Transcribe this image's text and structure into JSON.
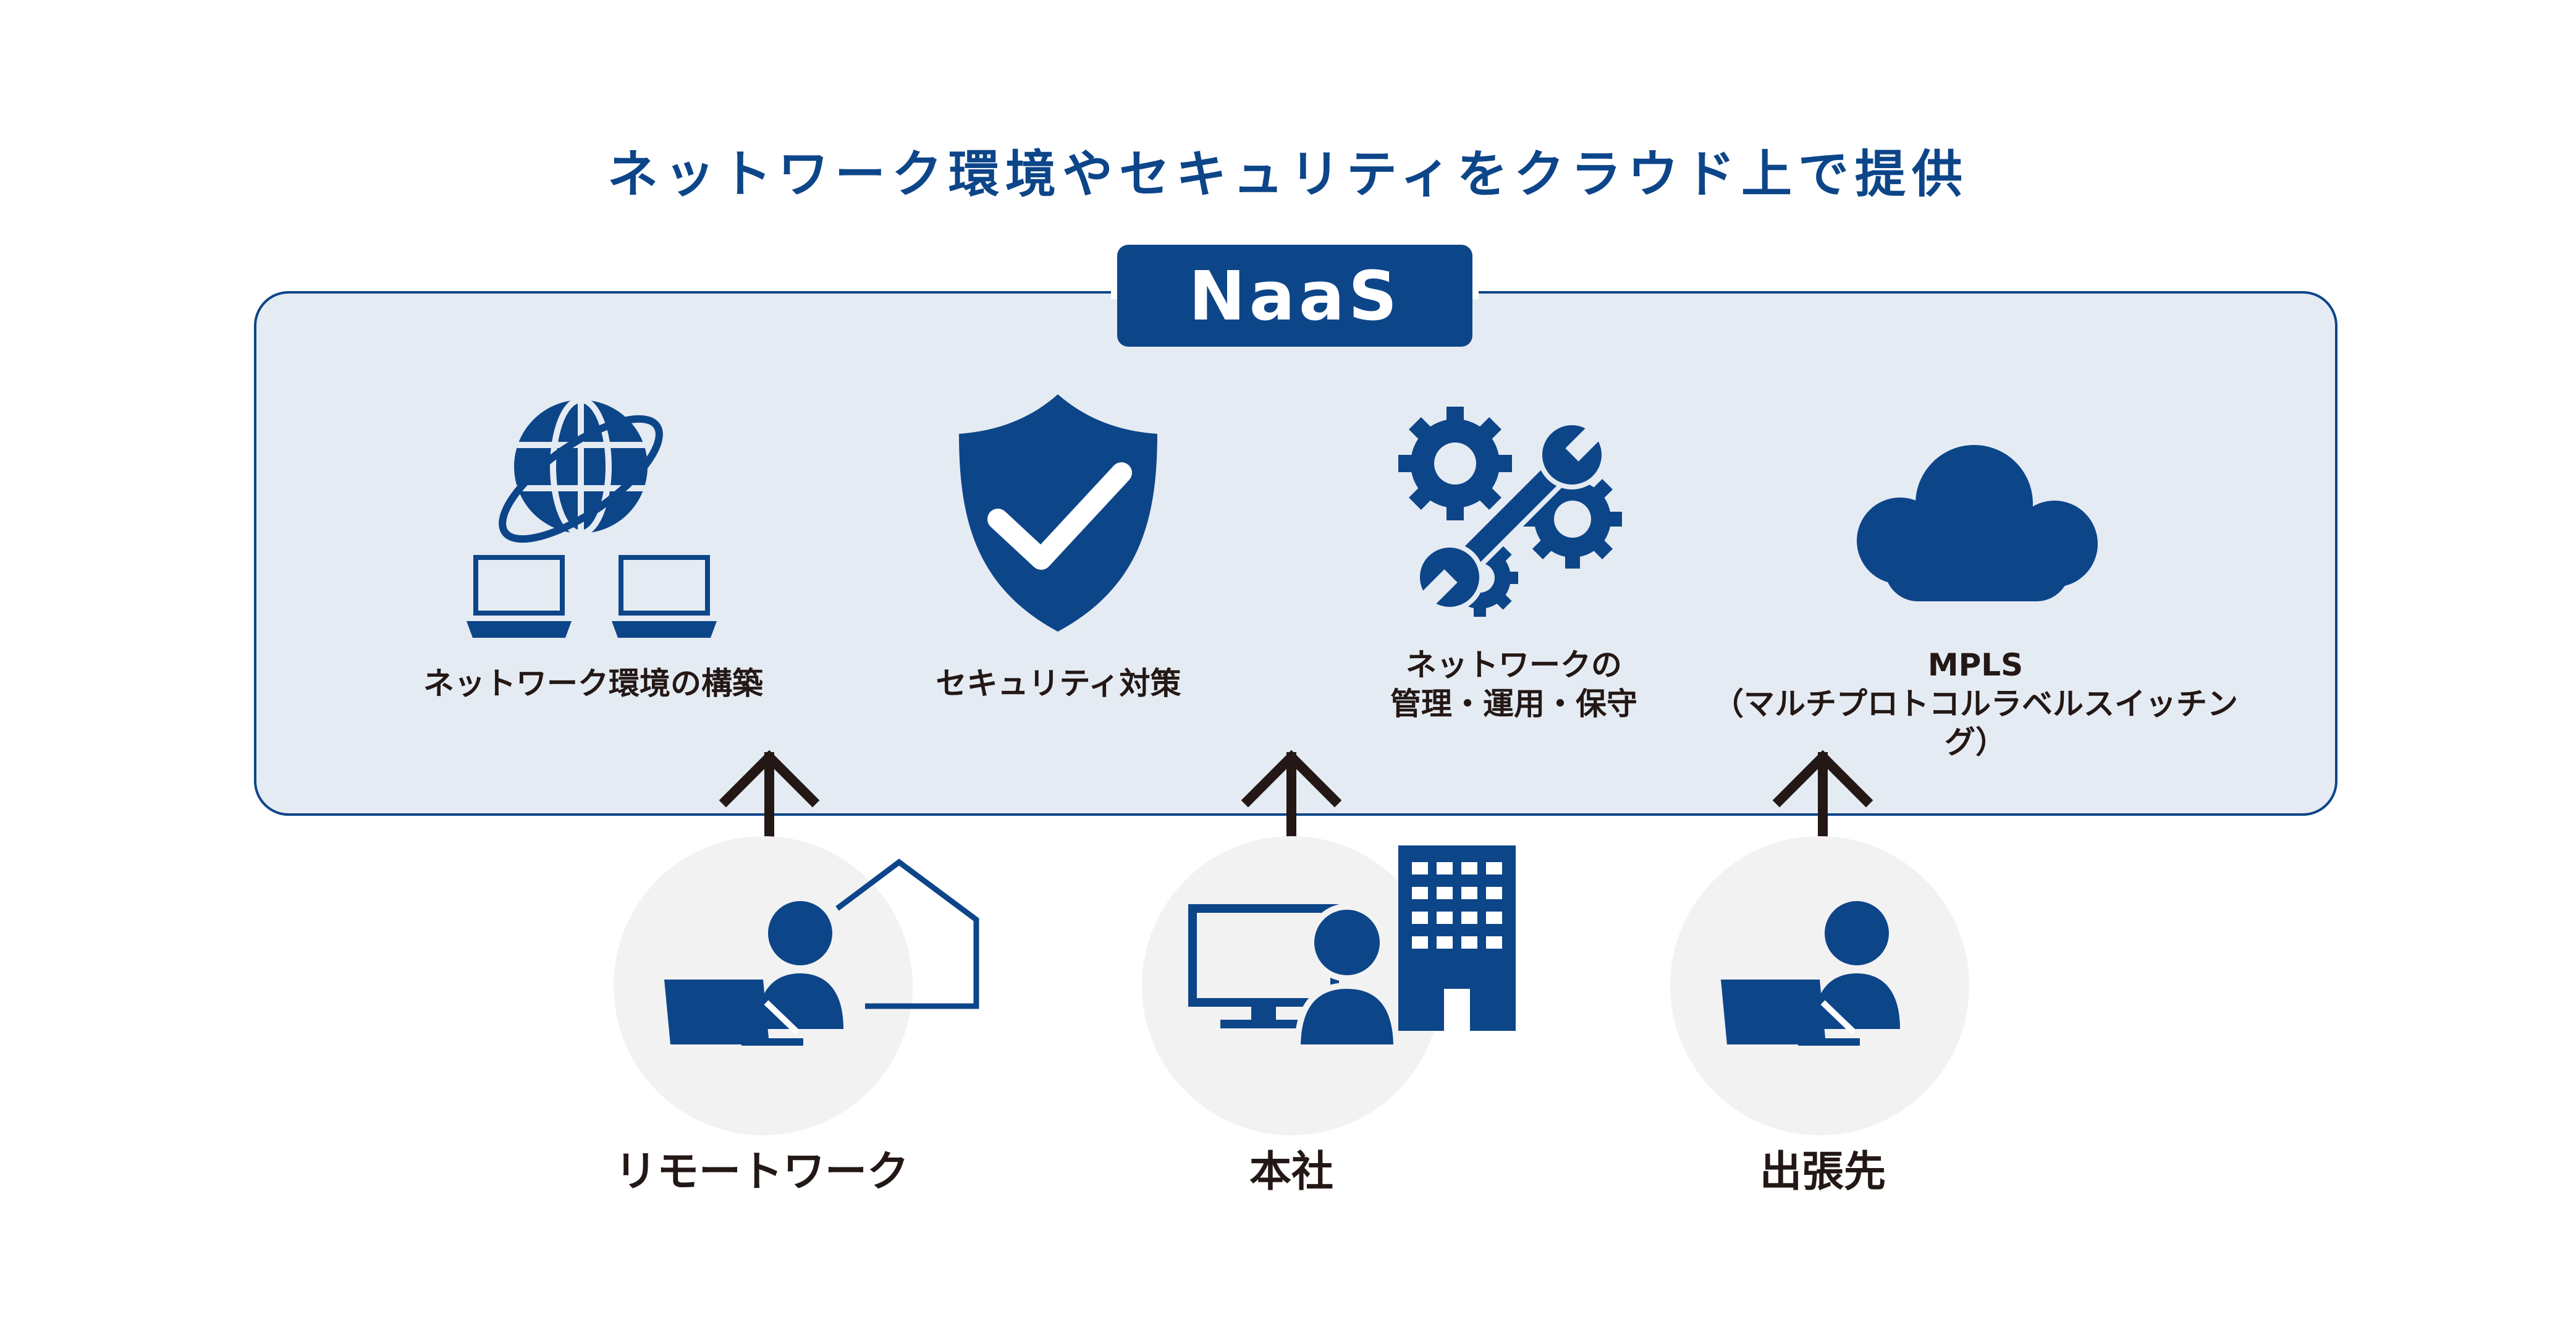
{
  "headline": "ネットワーク環境やセキュリティをクラウド上で提供",
  "naas_label": "NaaS",
  "services": [
    {
      "label": "ネットワーク環境の構築",
      "icon": "globe-laptops-icon"
    },
    {
      "label": "セキュリティ対策",
      "icon": "shield-check-icon"
    },
    {
      "label_line1": "ネットワークの",
      "label_line2": "管理・運用・保守",
      "icon": "gears-wrench-icon"
    },
    {
      "label_line1": "MPLS",
      "label_line2": "（マルチプロトコルラベルスイッチング）",
      "icon": "cloud-icon"
    }
  ],
  "sites": [
    {
      "label": "リモートワーク",
      "icon": "remote-worker-house-icon"
    },
    {
      "label": "本社",
      "icon": "office-worker-building-icon"
    },
    {
      "label": "出張先",
      "icon": "traveling-worker-icon"
    }
  ],
  "colors": {
    "primary": "#0d4589",
    "panel": "#e5ebf3",
    "circle": "#f2f2f2",
    "text": "#231815"
  }
}
